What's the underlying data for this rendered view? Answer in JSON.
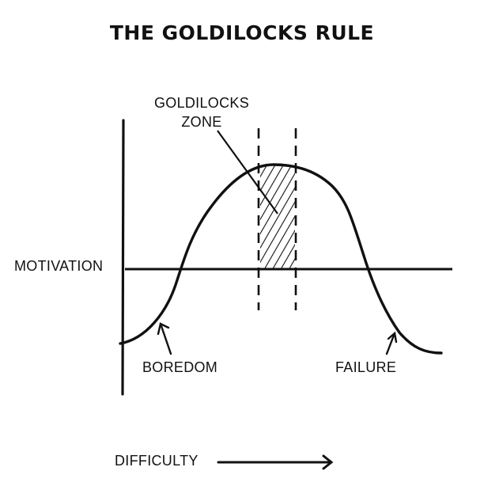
{
  "title": "THE GOLDILOCKS RULE",
  "labels": {
    "zone_line1": "GOLDILOCKS",
    "zone_line2": "ZONE",
    "y_axis": "MOTIVATION",
    "left_region": "BOREDOM",
    "right_region": "FAILURE",
    "x_axis": "DIFFICULTY"
  },
  "colors": {
    "ink": "#111111",
    "background": "#ffffff"
  },
  "diagram": {
    "type": "bell-curve-concept",
    "x_axis_label": "DIFFICULTY",
    "x_axis_direction": "increasing-right",
    "y_axis_label": "MOTIVATION",
    "regions": [
      {
        "name": "BOREDOM",
        "position": "low difficulty, below baseline"
      },
      {
        "name": "GOLDILOCKS ZONE",
        "position": "just right of peak, hatched band between two dashed lines"
      },
      {
        "name": "FAILURE",
        "position": "high difficulty, below baseline"
      }
    ]
  }
}
